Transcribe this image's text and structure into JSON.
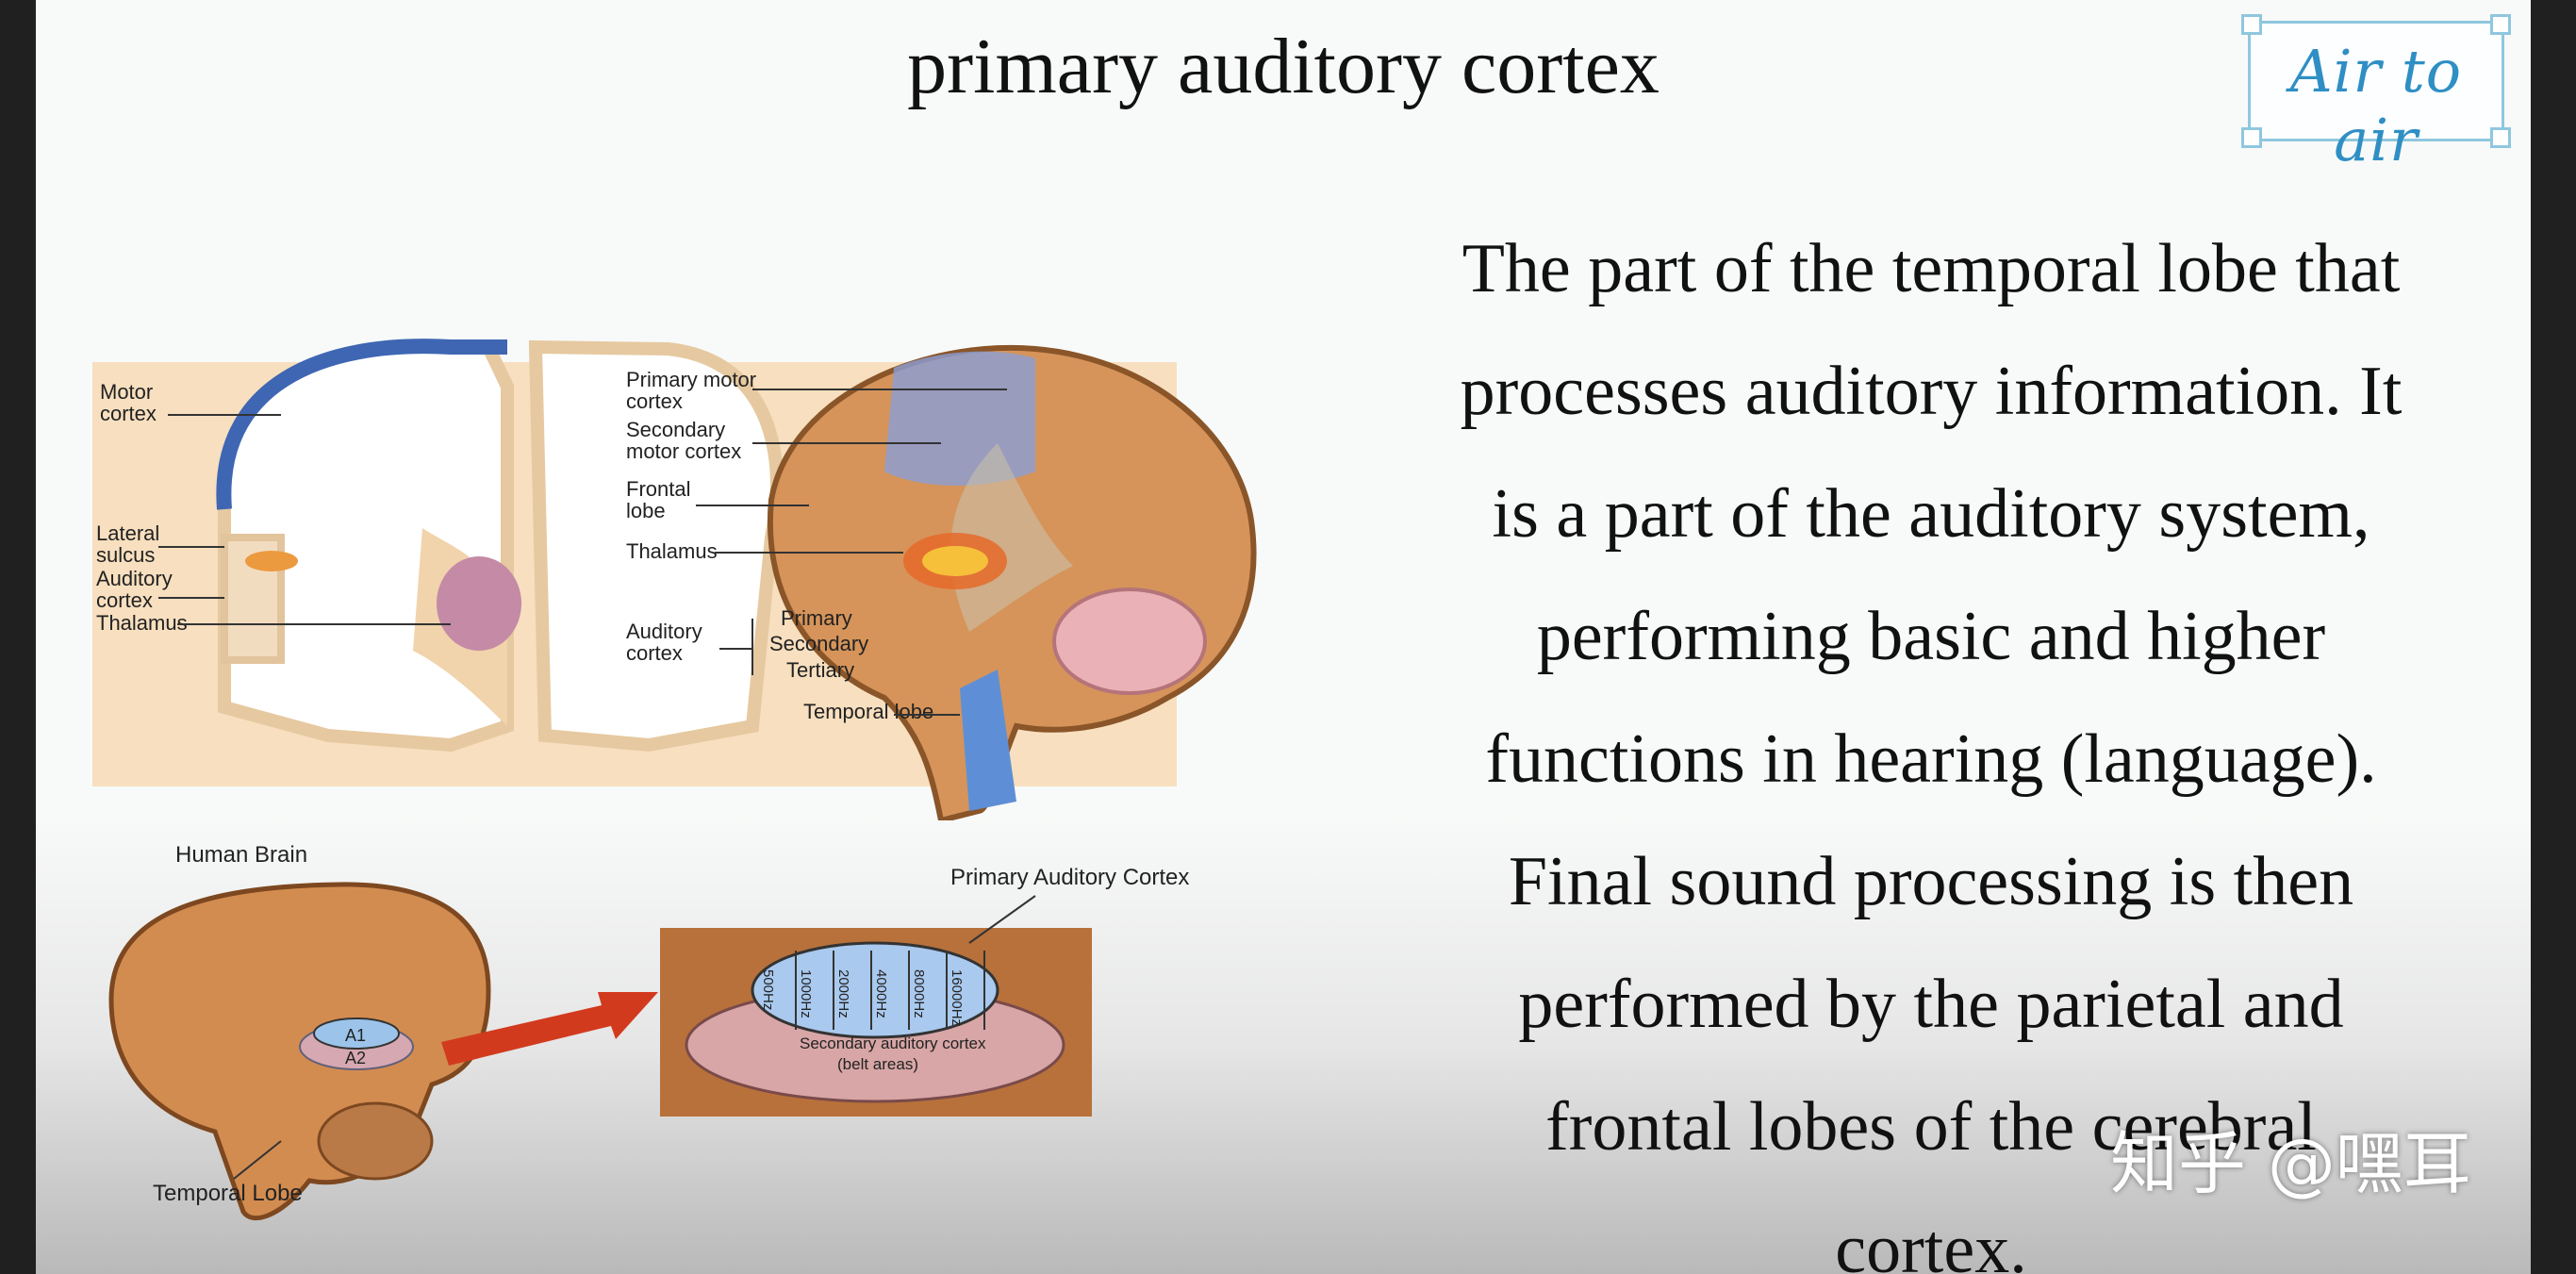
{
  "slide": {
    "title": "primary auditory cortex",
    "logo_text": "Air to air",
    "description_lines": [
      "The part of the temporal lobe that",
      "processes auditory information. It",
      "is a part of the auditory system,",
      "performing basic and higher",
      "functions in hearing (language).",
      "Final sound processing is then",
      "performed by the parietal and",
      "frontal lobes of the cerebral",
      "cortex."
    ],
    "watermark": "知乎 @嘿耳"
  },
  "diagram_top": {
    "left_labels": {
      "motor_cortex_1": "Motor",
      "motor_cortex_2": "cortex",
      "lateral_sulcus_1": "Lateral",
      "lateral_sulcus_2": "sulcus",
      "auditory_cortex_1": "Auditory",
      "auditory_cortex_2": "cortex",
      "thalamus": "Thalamus"
    },
    "right_labels": {
      "primary_motor_1": "Primary motor",
      "primary_motor_2": "cortex",
      "secondary_motor_1": "Secondary",
      "secondary_motor_2": "motor cortex",
      "frontal_lobe_1": "Frontal",
      "frontal_lobe_2": "lobe",
      "thalamus": "Thalamus",
      "auditory_cortex_1": "Auditory",
      "auditory_cortex_2": "cortex",
      "primary": "Primary",
      "secondary": "Secondary",
      "tertiary": "Tertiary",
      "temporal_lobe": "Temporal lobe"
    }
  },
  "diagram_bottom": {
    "human_brain": "Human Brain",
    "primary_auditory_cortex": "Primary Auditory Cortex",
    "temporal_lobe": "Temporal Lobe",
    "a1": "A1",
    "a2": "A2",
    "secondary_1": "Secondary auditory cortex",
    "secondary_2": "(belt areas)",
    "frequencies": [
      "500Hz",
      "1000Hz",
      "2000Hz",
      "4000Hz",
      "8000Hz",
      "16000Hz"
    ]
  },
  "colors": {
    "motor_blue": "#3f66b3",
    "tissue_beige": "#f4d7b0",
    "brain_orange": "#d6945a",
    "arrow_red": "#d23a1e",
    "logo_blue": "#2f8fc4"
  }
}
